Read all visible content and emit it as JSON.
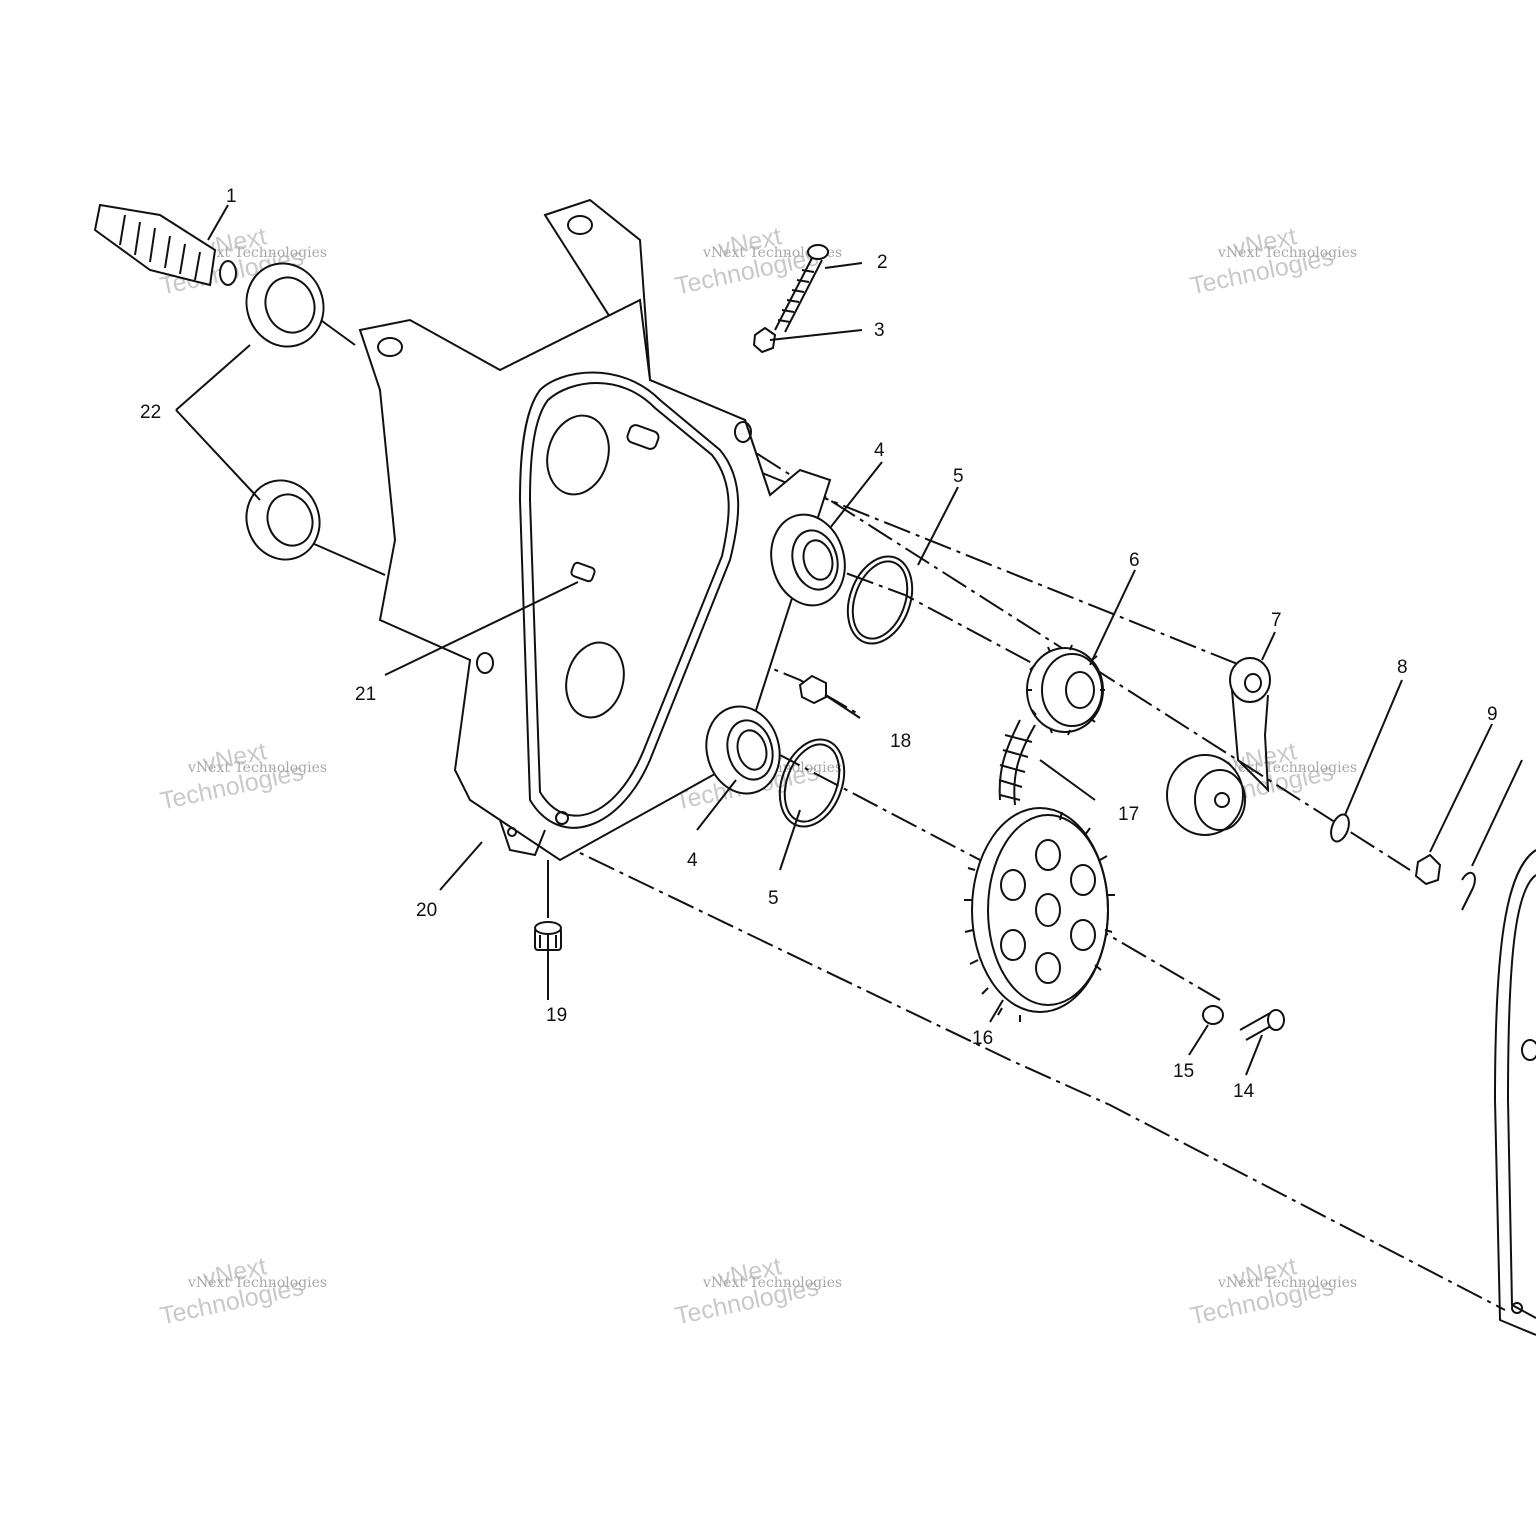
{
  "callouts": {
    "c1": "1",
    "c2": "2",
    "c3": "3",
    "c4a": "4",
    "c4b": "4",
    "c5a": "5",
    "c5b": "5",
    "c6": "6",
    "c7": "7",
    "c8": "8",
    "c9": "9",
    "c14": "14",
    "c15": "15",
    "c16": "16",
    "c17": "17",
    "c18": "18",
    "c19": "19",
    "c20": "20",
    "c21": "21",
    "c22": "22"
  },
  "watermark": {
    "line1": "vNext",
    "line2": "Technologies",
    "small": "vNext Technologies"
  },
  "colors": {
    "ink": "#111111",
    "watermark": "#c9c9c9",
    "background": "#ffffff"
  }
}
